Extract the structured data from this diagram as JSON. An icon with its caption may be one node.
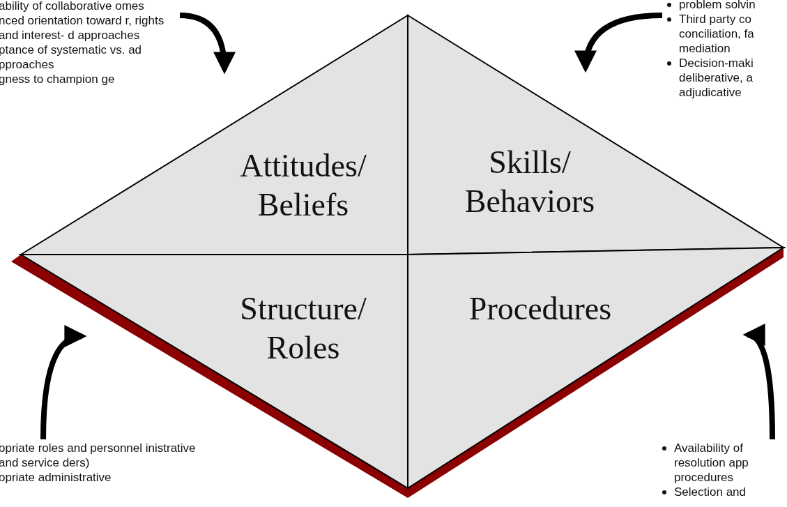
{
  "diagram": {
    "nodes": [
      {
        "text": [
          "ability of collaborative omes",
          "nced orientation toward r, rights and interest- d approaches",
          "ptance of systematic vs. ad pproaches",
          "gness to champion ge"
        ]
      },
      {
        "text": [
          "problem solvin",
          "Third party co conciliation, fa mediation",
          "Decision-maki deliberative, a adjudicative"
        ]
      },
      {
        "text": [
          "Attitudes/ Beliefs"
        ]
      },
      {
        "text": [
          "Skills/ Behaviors"
        ]
      },
      {
        "text": [
          "Structure/ Roles"
        ]
      },
      {
        "text": [
          "Procedures"
        ]
      },
      {
        "text": [
          "opriate roles and personnel inistrative and service ders)",
          "opriate administrative"
        ]
      },
      {
        "text": [
          "Availability of resolution app procedures",
          "Selection and"
        ]
      }
    ],
    "edges": [
      {
        "from": 0,
        "to": 2,
        "arrow": "to"
      },
      {
        "from": 1,
        "to": 3,
        "arrow": "to"
      },
      {
        "from": 6,
        "to": 4,
        "arrow": "to"
      },
      {
        "from": 7,
        "to": 5,
        "arrow": "to"
      }
    ]
  }
}
